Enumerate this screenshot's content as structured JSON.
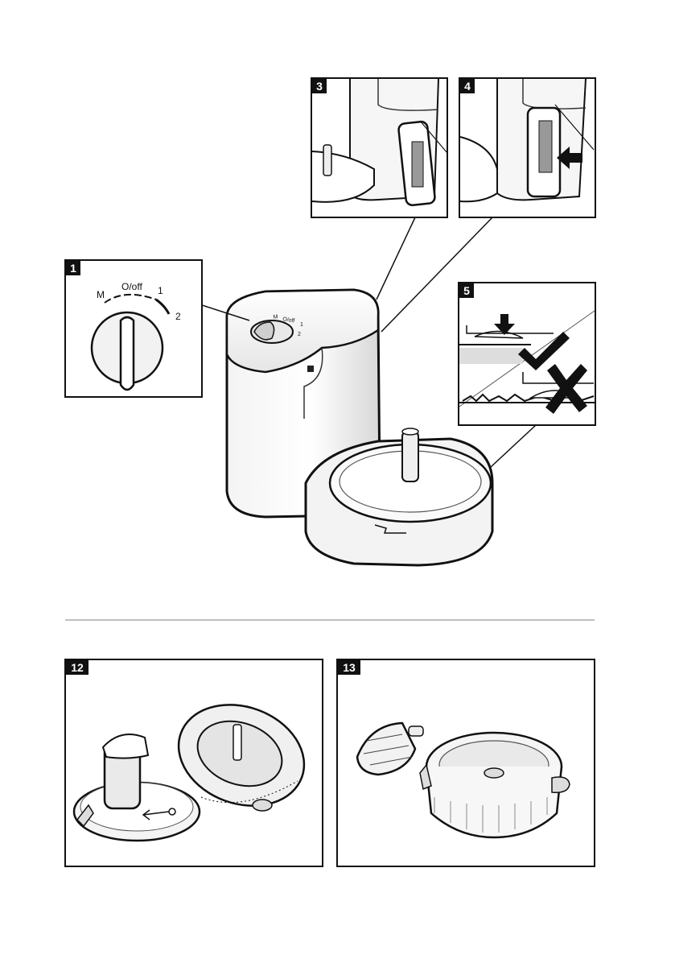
{
  "panels": {
    "p1": {
      "number": "1"
    },
    "p3": {
      "number": "3"
    },
    "p4": {
      "number": "4"
    },
    "p5": {
      "number": "5"
    },
    "p12": {
      "number": "12"
    },
    "p13": {
      "number": "13"
    }
  },
  "dial": {
    "labels": {
      "m": "M",
      "off": "O/off",
      "one": "1",
      "two": "2"
    },
    "small_labels": {
      "m": "M",
      "off": "O/off",
      "one": "1",
      "two": "2"
    }
  },
  "icons": {
    "arrow_down": "arrow-down-icon",
    "arrow_left": "arrow-left-icon",
    "check": "check-mark-icon",
    "cross": "cross-mark-icon"
  },
  "colors": {
    "line": "#111111",
    "panel_bg": "#ffffff",
    "shade": "#dcdcdc",
    "badge": "#111111"
  }
}
